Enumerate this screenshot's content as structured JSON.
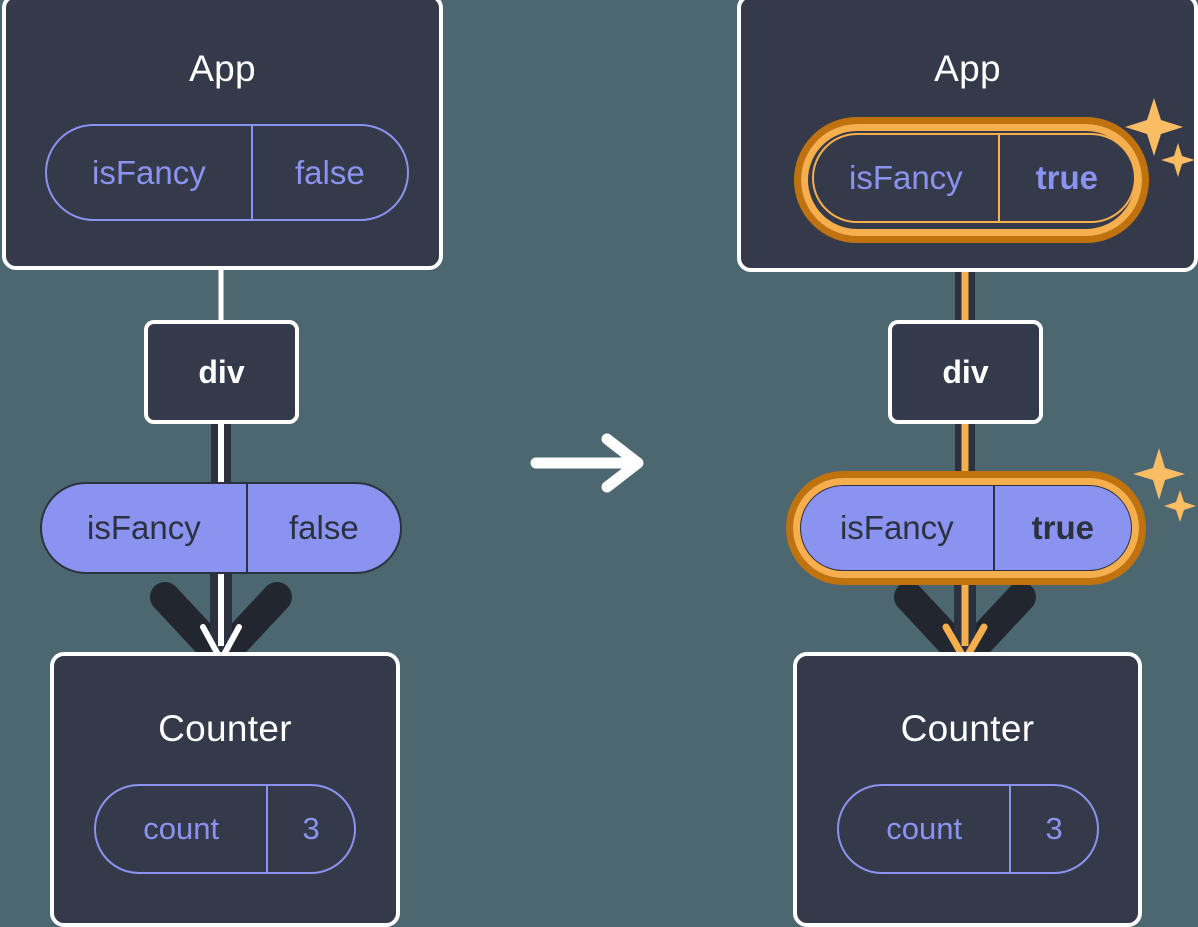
{
  "diagram": {
    "type": "react-state-propagation",
    "background_color": "#4d6770",
    "panels": [
      {
        "id": "before",
        "root": {
          "name": "App",
          "state": {
            "key": "isFancy",
            "value": "false",
            "highlighted": false,
            "style": "outline"
          }
        },
        "host_element": {
          "name": "div"
        },
        "prop": {
          "key": "isFancy",
          "value": "false",
          "highlighted": false,
          "style": "filled"
        },
        "child": {
          "name": "Counter",
          "state": {
            "key": "count",
            "value": "3",
            "highlighted": false,
            "style": "outline"
          }
        },
        "edge_color": "#ffffff",
        "arrow_color": "#ffffff"
      },
      {
        "id": "after",
        "root": {
          "name": "App",
          "state": {
            "key": "isFancy",
            "value": "true",
            "highlighted": true,
            "style": "outline"
          }
        },
        "host_element": {
          "name": "div"
        },
        "prop": {
          "key": "isFancy",
          "value": "true",
          "highlighted": true,
          "style": "filled"
        },
        "child": {
          "name": "Counter",
          "state": {
            "key": "count",
            "value": "3",
            "highlighted": false,
            "style": "outline"
          }
        },
        "edge_color": "#f7ae4c",
        "arrow_color": "#f7ae4c"
      }
    ],
    "transition": {
      "icon": "right-arrow-icon",
      "color": "#ffffff"
    },
    "colors": {
      "panel_bg": "#343a4a",
      "panel_border": "#ffffff",
      "pill_purple": "#8b93f0",
      "pill_text_dark": "#2c3140",
      "highlight_outer": "#c0720e",
      "highlight_inner": "#f7ae4c",
      "sparkle": "#fbbd63",
      "edge_dark": "#2c3140"
    },
    "sparkle_icon_name": "sparkle-icon"
  }
}
